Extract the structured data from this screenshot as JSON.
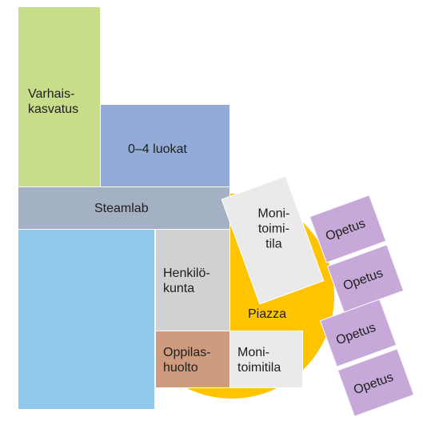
{
  "rooms": {
    "varhaiskasvatus": "Varhais-\nkasvatus",
    "luokat": "0–4 luokat",
    "steamlab": "Steamlab",
    "henkilokunta": "Henkilö-\nkunta",
    "oppilashuolto": "Oppilas-\nhuolto",
    "piazza": "Piazza",
    "monitoimitila_lower": "Moni-\ntoimitila",
    "monitoimitila_rotated": "Moni-\ntoimi-\ntila",
    "opetus_1": "Opetus",
    "opetus_2": "Opetus",
    "opetus_3": "Opetus",
    "opetus_4": "Opetus"
  },
  "colors": {
    "varhaiskasvatus": "#c8dd8a",
    "luokat": "#93acd7",
    "steamlab": "#a4b1c4",
    "big_room": "#8fc9ee",
    "henkilokunta": "#d1d1d1",
    "oppilashuolto": "#cf9b7e",
    "piazza": "#ffc400",
    "monitoimitila": "#eaeaea",
    "opetus": "#c6a9d8"
  }
}
